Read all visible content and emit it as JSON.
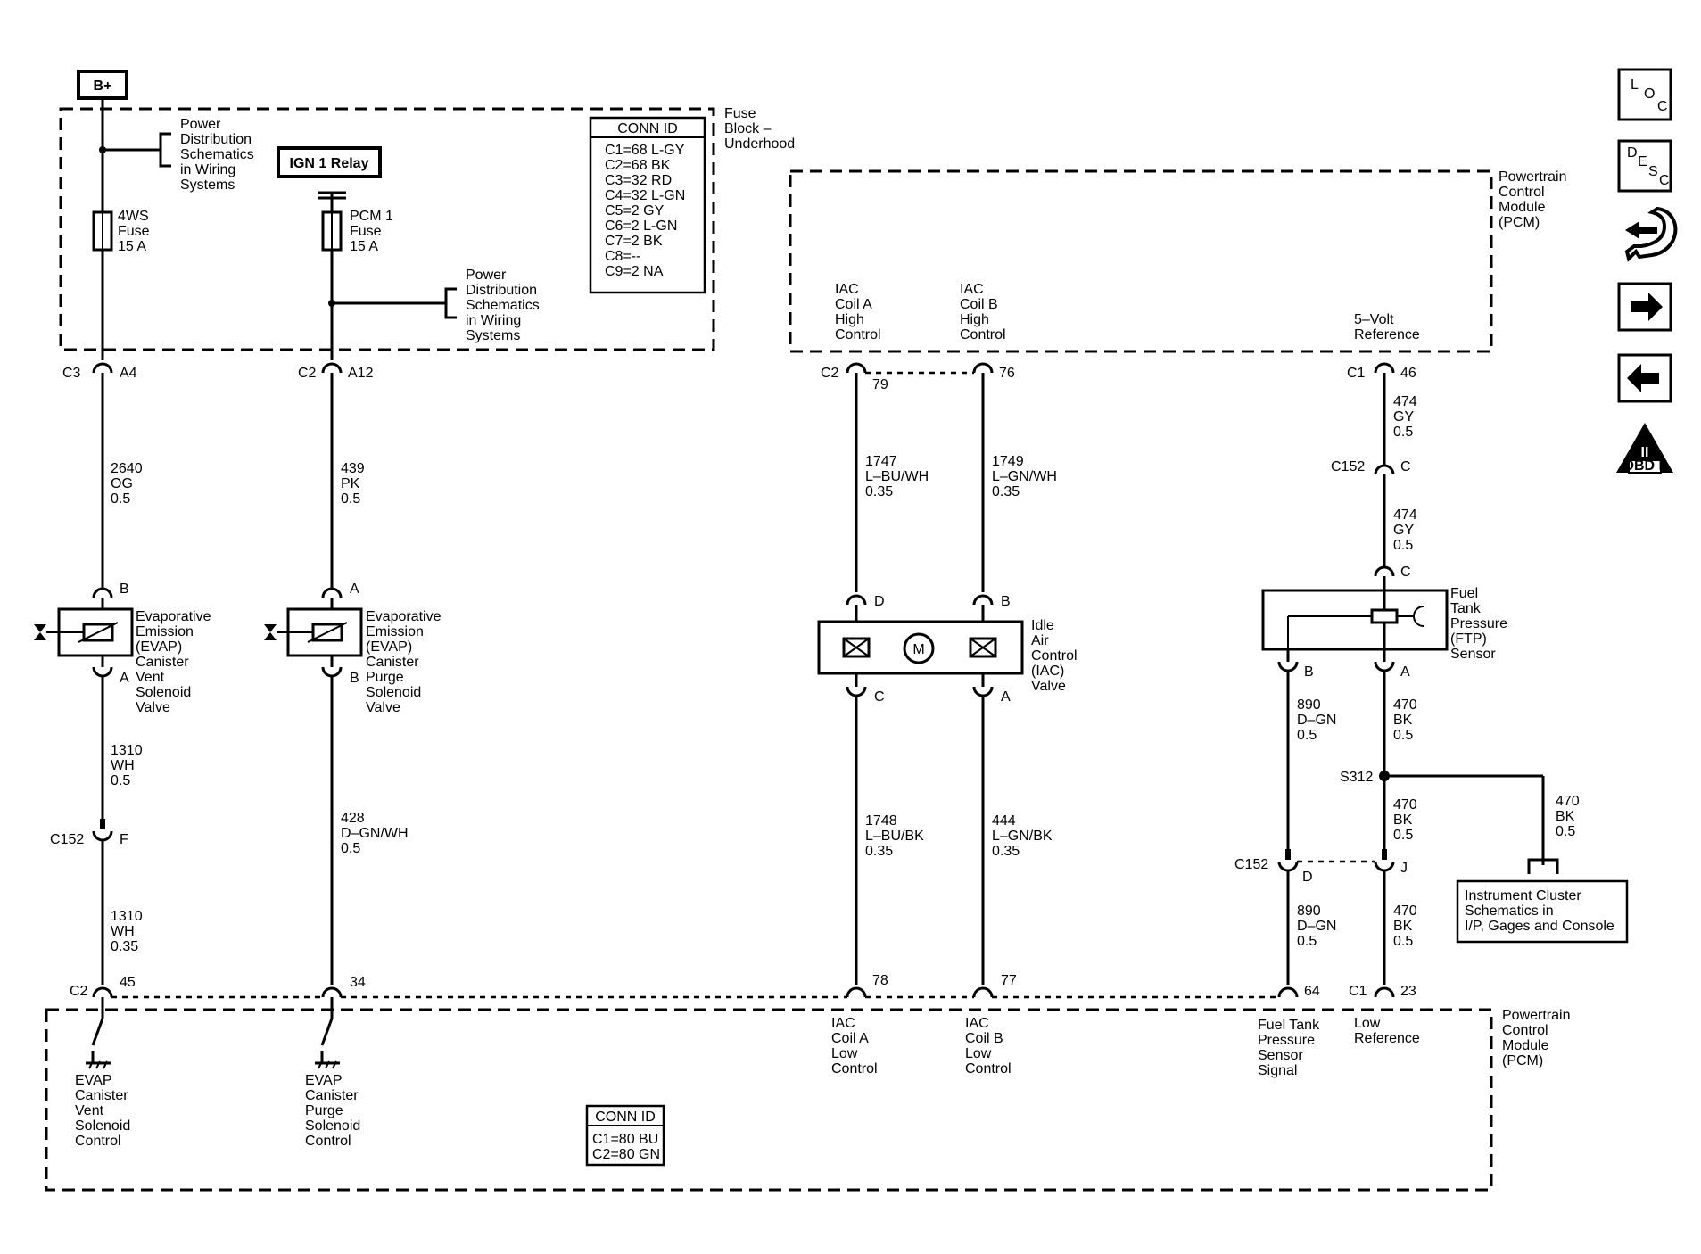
{
  "battery": "B+",
  "fuse_block": {
    "title": [
      "Fuse",
      "Block –",
      "Underhood"
    ]
  },
  "power_dist_a": [
    "Power",
    "Distribution",
    "Schematics",
    "in Wiring",
    "Systems"
  ],
  "power_dist_b": [
    "Power",
    "Distribution",
    "Schematics",
    "in Wiring",
    "Systems"
  ],
  "relay": "IGN 1 Relay",
  "fuse_4ws": [
    "4WS",
    "Fuse",
    "15 A"
  ],
  "fuse_pcm1": [
    "PCM 1",
    "Fuse",
    "15 A"
  ],
  "conn_id_top": {
    "title": "CONN ID",
    "rows": [
      "C1=68 L-GY",
      "C2=68 BK",
      "C3=32 RD",
      "C4=32 L-GN",
      "C5=2 GY",
      "C6=2 L-GN",
      "C7=2 BK",
      "C8=--",
      "C9=2 NA"
    ]
  },
  "pcm_top": {
    "title": [
      "Powertrain",
      "Control",
      "Module",
      "(PCM)"
    ]
  },
  "pcm_bottom": {
    "title": [
      "Powertrain",
      "Control",
      "Module",
      "(PCM)"
    ]
  },
  "iac_a_high": [
    "IAC",
    "Coil A",
    "High",
    "Control"
  ],
  "iac_b_high": [
    "IAC",
    "Coil B",
    "High",
    "Control"
  ],
  "five_volt": [
    "5–Volt",
    "Reference"
  ],
  "connectors": {
    "c3_a4": [
      "C3",
      "A4"
    ],
    "c2_a12": [
      "C2",
      "A12"
    ],
    "c2_79": [
      "C2",
      "79"
    ],
    "p76": "76",
    "c1_46": [
      "C1",
      "46"
    ],
    "c152_c": [
      "C152",
      "C"
    ],
    "c_ftp": "C",
    "vent_b": "B",
    "vent_a": "A",
    "purge_a": "A",
    "purge_b": "B",
    "iac_d": "D",
    "iac_b": "B",
    "iac_c": "C",
    "iac_a": "A",
    "ftp_b": "B",
    "ftp_a": "A",
    "c152_f": [
      "C152",
      "F"
    ],
    "c152_d": [
      "C152",
      "D"
    ],
    "c152_j": "J",
    "s312": "S312",
    "c2_45": [
      "C2",
      "45"
    ],
    "p34": "34",
    "p78": "78",
    "p77": "77",
    "p64": "64",
    "c1_23": [
      "C1",
      "23"
    ]
  },
  "wires": {
    "w2640": [
      "2640",
      "OG",
      "0.5"
    ],
    "w439": [
      "439",
      "PK",
      "0.5"
    ],
    "w1747": [
      "1747",
      "L–BU/WH",
      "0.35"
    ],
    "w1749": [
      "1749",
      "L–GN/WH",
      "0.35"
    ],
    "w474a": [
      "474",
      "GY",
      "0.5"
    ],
    "w474b": [
      "474",
      "GY",
      "0.5"
    ],
    "w1310a": [
      "1310",
      "WH",
      "0.5"
    ],
    "w1310b": [
      "1310",
      "WH",
      "0.35"
    ],
    "w428": [
      "428",
      "D–GN/WH",
      "0.5"
    ],
    "w1748": [
      "1748",
      "L–BU/BK",
      "0.35"
    ],
    "w444": [
      "444",
      "L–GN/BK",
      "0.35"
    ],
    "w890a": [
      "890",
      "D–GN",
      "0.5"
    ],
    "w890b": [
      "890",
      "D–GN",
      "0.5"
    ],
    "w470a": [
      "470",
      "BK",
      "0.5"
    ],
    "w470b": [
      "470",
      "BK",
      "0.5"
    ],
    "w470c": [
      "470",
      "BK",
      "0.5"
    ],
    "w470d": [
      "470",
      "BK",
      "0.5"
    ]
  },
  "vent_valve": [
    "Evaporative",
    "Emission",
    "(EVAP)",
    "Canister",
    "Vent",
    "Solenoid",
    "Valve"
  ],
  "purge_valve": [
    "Evaporative",
    "Emission",
    "(EVAP)",
    "Canister",
    "Purge",
    "Solenoid",
    "Valve"
  ],
  "iac_valve": [
    "Idle",
    "Air",
    "Control",
    "(IAC)",
    "Valve"
  ],
  "motor": "M",
  "ftp_sensor": [
    "Fuel",
    "Tank",
    "Pressure",
    "(FTP)",
    "Sensor"
  ],
  "instrument_cluster": [
    "Instrument Cluster",
    "Schematics in",
    "I/P, Gages and Console"
  ],
  "vent_control": [
    "EVAP",
    "Canister",
    "Vent",
    "Solenoid",
    "Control"
  ],
  "purge_control": [
    "EVAP",
    "Canister",
    "Purge",
    "Solenoid",
    "Control"
  ],
  "iac_a_low": [
    "IAC",
    "Coil A",
    "Low",
    "Control"
  ],
  "iac_b_low": [
    "IAC",
    "Coil B",
    "Low",
    "Control"
  ],
  "ftp_signal": [
    "Fuel Tank",
    "Pressure",
    "Sensor",
    "Signal"
  ],
  "low_ref": [
    "Low",
    "Reference"
  ],
  "conn_id_bottom": {
    "title": "CONN ID",
    "rows": [
      "C1=80 BU",
      "C2=80 GN"
    ]
  },
  "nav": {
    "loc": [
      "L",
      "O",
      "C"
    ],
    "desc": [
      "D",
      "E",
      "S",
      "C"
    ],
    "obd": "OBD II",
    "obd_roman": "II"
  }
}
